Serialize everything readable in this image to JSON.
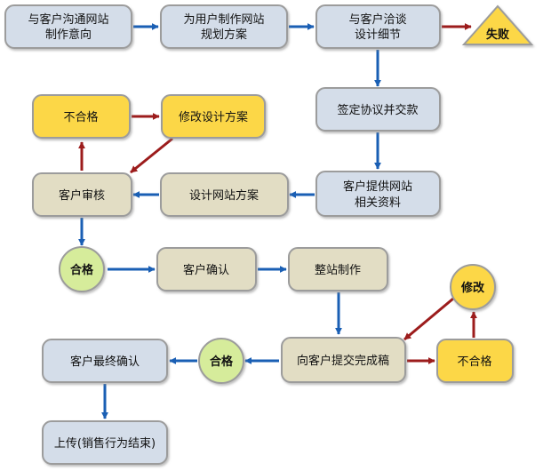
{
  "nodes": {
    "n1": [
      "与客户沟通网站",
      "制作意向"
    ],
    "n2": [
      "为用户制作网站",
      "规划方案"
    ],
    "n3": [
      "与客户洽谈",
      "设计细节"
    ],
    "fail": "失败",
    "n4": "签定协议并交款",
    "n5": [
      "客户提供网站",
      "相关资料"
    ],
    "n6": "设计网站方案",
    "n7": "客户审核",
    "bad1": "不合格",
    "mod1": "修改设计方案",
    "ok1": "合格",
    "n8": "客户确认",
    "n9": "整站制作",
    "n10": "向客户提交完成稿",
    "bad2": "不合格",
    "mod2": "修改",
    "ok2": "合格",
    "n11": "客户最终确认",
    "n12": "上传(销售行为结束)"
  },
  "colors": {
    "blue_box": "#d4dde9",
    "beige_box": "#e2ddc4",
    "yellow_box": "#fcd747",
    "green_circle": "#d6ec9b",
    "outline": "#9c9c9c",
    "blue_arrow": "#1a5fb4",
    "red_arrow": "#9c1c1c"
  }
}
